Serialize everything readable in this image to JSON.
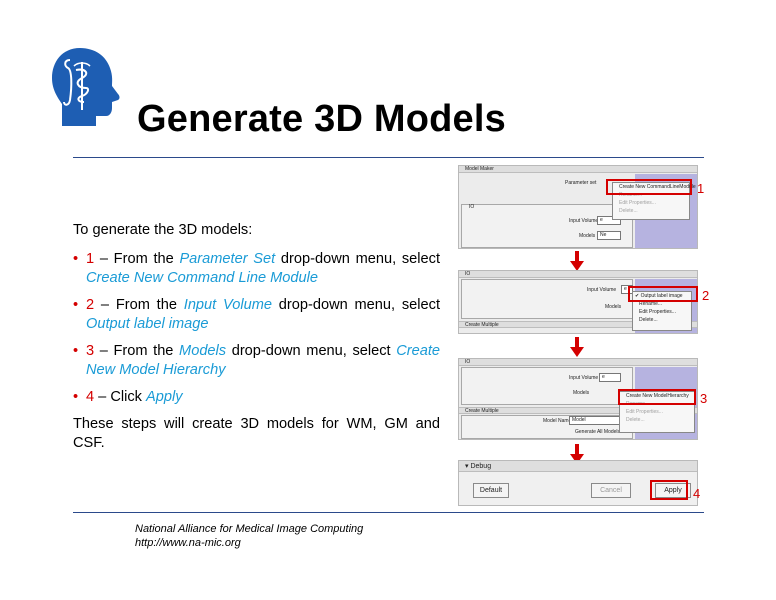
{
  "slide": {
    "title": "Generate 3D Models",
    "intro": "To generate the 3D models:",
    "steps": [
      {
        "num": "1",
        "pre": " – From the ",
        "hl1": "Parameter Set",
        "mid": " drop-down menu, select ",
        "hl2": "Create New Command Line Module"
      },
      {
        "num": "2",
        "pre": " – From the ",
        "hl1": "Input Volume",
        "mid": " drop-down menu, select ",
        "hl2": "Output label image"
      },
      {
        "num": "3",
        "pre": " – From the ",
        "hl1": "Models",
        "mid": " drop-down menu, select ",
        "hl2": "Create New Model Hierarchy"
      },
      {
        "num": "4",
        "pre": " – Click ",
        "hl1": "Apply"
      }
    ],
    "outro": "These steps will create 3D models for WM, GM and CSF.",
    "bullet": "•"
  },
  "footer": {
    "line1": "National Alliance for Medical Image Computing",
    "line2": "http://www.na-mic.org"
  },
  "colors": {
    "step_red": "#d40000",
    "highlight_blue": "#1a9bd6",
    "rule_blue": "#2b4a8b",
    "logo_blue": "#1e5eb3"
  },
  "shot1": {
    "header": "Model Maker",
    "param_label": "Parameter set",
    "io_label": "IO",
    "input_volume_label": "Input Volume",
    "models_label": "Models",
    "input_volume_value": "e",
    "models_value": "Ne",
    "menu": [
      "Create New CommandLineModule",
      "Rename...",
      "Edit Properties...",
      "Delete..."
    ],
    "step": "1"
  },
  "shot2": {
    "io_label": "IO",
    "input_volume_label": "Input Volume",
    "models_label": "Models",
    "input_volume_value": "e",
    "create_multiple": "Create Multiple",
    "menu": [
      "Output label image",
      "Rename...",
      "Edit Properties...",
      "Delete..."
    ],
    "check": "✔",
    "step": "2"
  },
  "shot3": {
    "io_label": "IO",
    "input_volume_label": "Input Volume",
    "models_label": "Models",
    "input_volume_value": "e",
    "create_multiple": "Create Multiple",
    "model_name_label": "Model Name",
    "model_name_value": "Model",
    "generate_label": "Generate All Models",
    "menu": [
      "Create New ModelHierarchy",
      "Rename...",
      "Edit Properties...",
      "Delete..."
    ],
    "step": "3"
  },
  "shot4": {
    "debug": "Debug",
    "default_label": "Default",
    "cancel_label": "Cancel",
    "apply_label": "Apply",
    "step": "4"
  },
  "icons": [
    "head-logo-icon",
    "caduceus-icon",
    "down-arrow-icon",
    "checkmark-icon",
    "spinner-icon"
  ]
}
